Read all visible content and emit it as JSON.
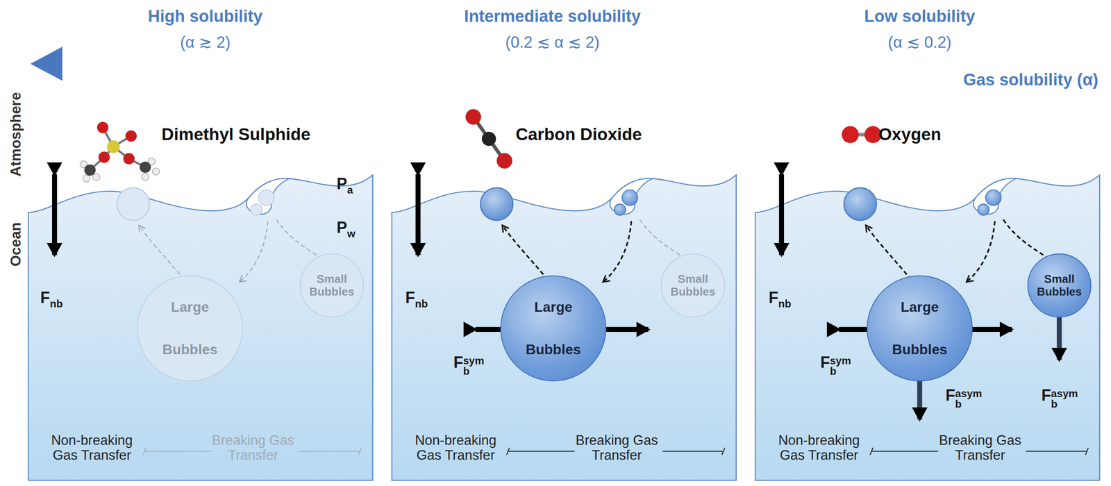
{
  "diagram": {
    "nodes": [
      {
        "text": [
          "Large",
          "Bubbles"
        ]
      },
      {
        "text": [
          "Small Bubbles"
        ]
      },
      {
        "text": [
          "Large",
          "Bubbles"
        ]
      },
      {
        "text": [
          "Small Bubbles"
        ]
      },
      {
        "text": [
          "Large",
          "Bubbles"
        ]
      },
      {
        "text": [
          "Small Bubbles"
        ]
      }
    ],
    "labels": [
      "High solubility",
      "(α ≳ 2)",
      "Intermediate solubility",
      "(0.2 ≲ α ≲ 2)",
      "Low solubility",
      "(α ≲ 0.2)",
      "Gas solubility (α)",
      "Atmosphere",
      "Ocean",
      "Dimethyl Sulphide",
      "P",
      "a",
      "P",
      "w",
      "F",
      "nb",
      "Non-breaking Gas Transfer",
      "Breaking Gas Transfer",
      "Carbon Dioxide",
      "F",
      "nb",
      "F",
      "b",
      "sym",
      "Non-breaking Gas Transfer",
      "Breaking Gas Transfer",
      "Oxygen",
      "F",
      "nb",
      "F",
      "b",
      "sym",
      "F",
      "b",
      "asym",
      "F",
      "b",
      "asym",
      "Non-breaking Gas Transfer",
      "Breaking Gas Transfer"
    ]
  }
}
